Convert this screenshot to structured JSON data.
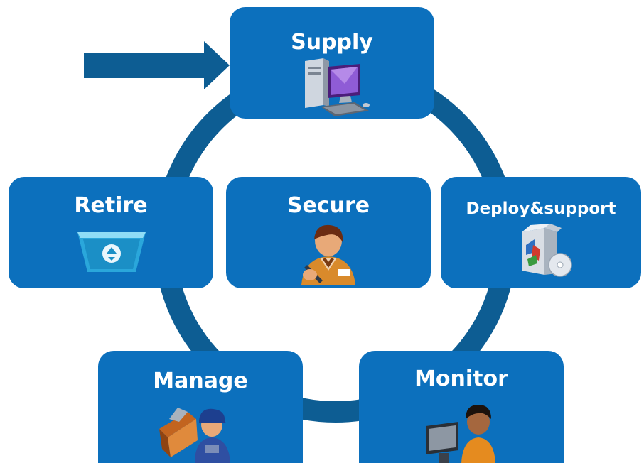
{
  "diagram": {
    "colors": {
      "box": "#0c70bd",
      "ring": "#0d5d93",
      "arrow": "#0d5d93",
      "label": "#ffffff"
    },
    "nodes": [
      {
        "id": "supply",
        "label": "Supply",
        "icon": "computer-workstation-icon"
      },
      {
        "id": "retire",
        "label": "Retire",
        "icon": "recycle-bin-icon"
      },
      {
        "id": "secure",
        "label": "Secure",
        "icon": "user-signing-icon"
      },
      {
        "id": "deploy",
        "label": "Deploy&support",
        "icon": "software-box-cd-icon"
      },
      {
        "id": "manage",
        "label": "Manage",
        "icon": "technician-toolbox-icon"
      },
      {
        "id": "monitor",
        "label": "Monitor",
        "icon": "user-at-monitor-icon"
      }
    ],
    "flow": [
      "supply",
      "deploy",
      "monitor",
      "manage",
      "retire"
    ]
  }
}
